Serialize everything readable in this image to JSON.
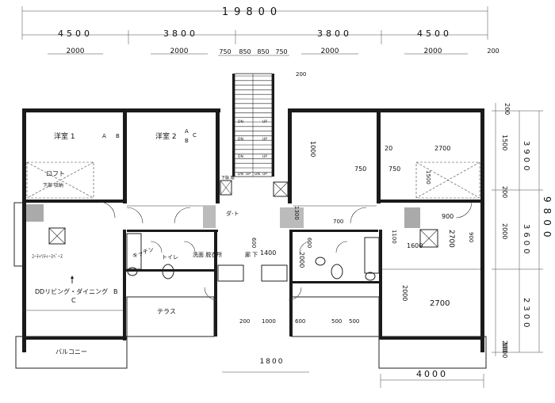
{
  "dimensions": {
    "overall_width": "19800",
    "top_row": [
      "4500",
      "3800",
      "3800",
      "4500"
    ],
    "stair_row": [
      "750",
      "850",
      "850",
      "750"
    ],
    "window_widths": [
      "2000",
      "2000",
      "2000",
      "2000"
    ],
    "small_200": "200",
    "right_overall": "9800",
    "right_outer": [
      "3900",
      "3600",
      "2300"
    ],
    "right_inner": [
      "200",
      "1500",
      "200",
      "2000",
      "200",
      "1000"
    ],
    "bottom_overall": "1800",
    "bottom_inner": "4000",
    "interior": {
      "d1000": "1000",
      "d750a": "750",
      "d750b": "750",
      "d1500": "1500",
      "d20": "20",
      "d2700a": "2700",
      "d2700b": "2700",
      "d2700c": "2700",
      "d900a": "900",
      "d900b": "900",
      "d1300": "1300",
      "d700": "700",
      "d1100": "1100",
      "d1600": "1600",
      "d1400": "1400",
      "d600a": "600",
      "d600b": "600",
      "d2000a": "2000",
      "d2000b": "2000",
      "d200a": "200",
      "d200b": "200",
      "d1000b": "1000",
      "d600c": "600",
      "d500a": "500",
      "d500b": "500"
    }
  },
  "rooms": {
    "western1": "洋室 1",
    "western2": "洋室 2",
    "loft": "ロフト",
    "loft_sub": "下部 収納",
    "shoes": "下駄 箱",
    "storage_label": "ダ-ト",
    "utility": "ﾕｰﾃｨﾘﾃｨｰｽﾍﾟｰｽ",
    "kitchen": "キッチン",
    "toilet": "トイレ",
    "washroom": "洗面 脱衣所",
    "corridor": "廊 下",
    "ldk": "Dリビング・ダイニング",
    "terrace": "テラス",
    "balcony": "バルコニー"
  },
  "markers": {
    "a_label": "A",
    "b_label": "B",
    "c_label": "C",
    "d_label": "D"
  },
  "stair_marks": [
    "DN",
    "DN",
    "DN",
    "DN",
    "DN",
    "UP",
    "UP",
    "UP",
    "UP",
    "UP"
  ]
}
